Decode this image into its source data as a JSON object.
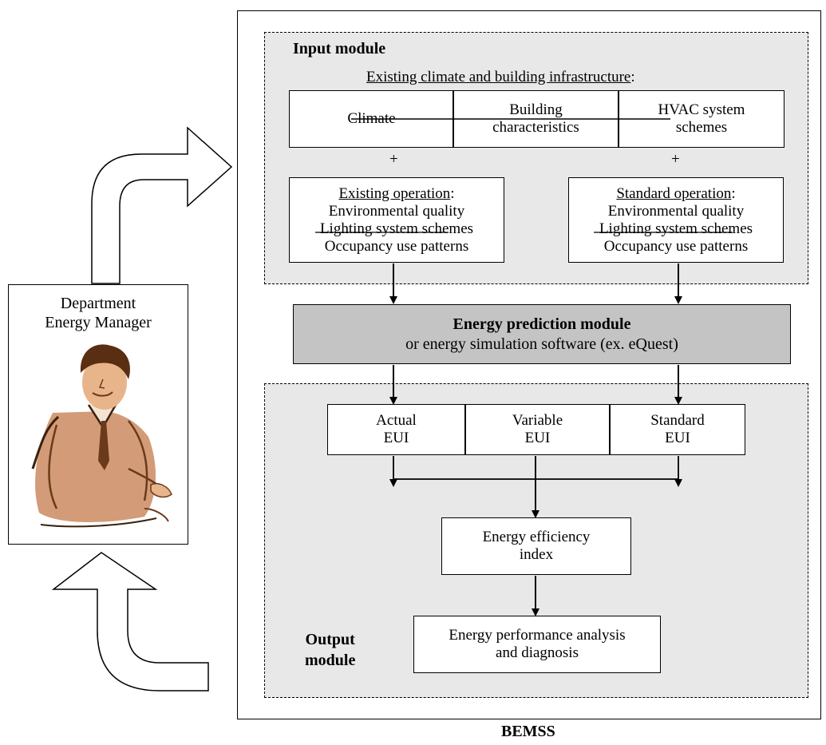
{
  "system_label": "BEMSS",
  "manager": {
    "line1": "Department",
    "line2": "Energy Manager"
  },
  "input_module": {
    "title": "Input module",
    "infrastructure_heading": "Existing climate and building infrastructure",
    "heading_colon": ":",
    "cells": [
      {
        "line1": "Climate",
        "line2": ""
      },
      {
        "line1": "Building",
        "line2": "characteristics"
      },
      {
        "line1": "HVAC system",
        "line2": "schemes"
      }
    ],
    "plus_left": "+",
    "plus_right": "+",
    "existing_operation": {
      "heading": "Existing operation",
      "colon": ":",
      "lines": [
        "Environmental quality",
        "Lighting system schemes",
        "Occupancy use patterns"
      ]
    },
    "standard_operation": {
      "heading": "Standard operation",
      "colon": ":",
      "lines": [
        "Environmental quality",
        "Lighting system schemes",
        "Occupancy use patterns"
      ]
    }
  },
  "prediction_module": {
    "title": "Energy prediction module",
    "subtitle": "or energy simulation software (ex. eQuest)"
  },
  "output_module": {
    "title_line1": "Output",
    "title_line2": "module",
    "eui": [
      {
        "line1": "Actual",
        "line2": "EUI"
      },
      {
        "line1": "Variable",
        "line2": "EUI"
      },
      {
        "line1": "Standard",
        "line2": "EUI"
      }
    ],
    "efficiency": {
      "line1": "Energy efficiency",
      "line2": "index"
    },
    "analysis": {
      "line1": "Energy performance analysis",
      "line2": "and diagnosis"
    }
  },
  "colors": {
    "module_fill": "#e8e8e8",
    "prediction_fill": "#c4c4c4",
    "skin": "#a0643c"
  }
}
